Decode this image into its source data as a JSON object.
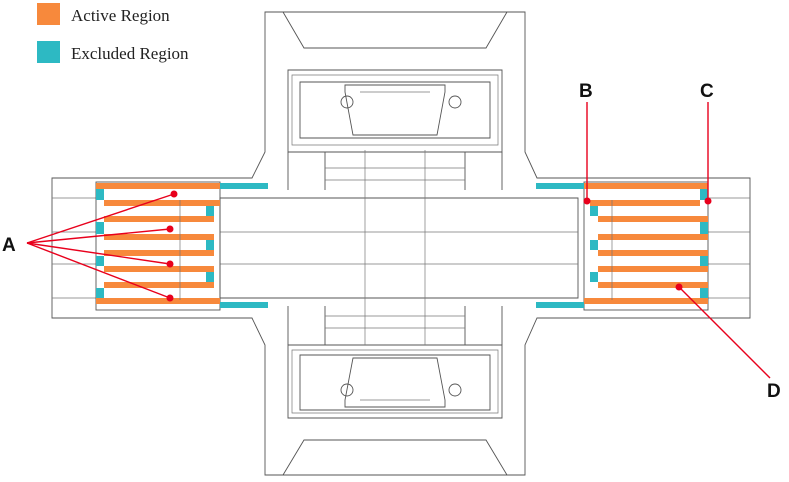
{
  "colors": {
    "active": "#F7893C",
    "excluded": "#2DB9C3",
    "leader": "#E8001C",
    "outline": "#555555"
  },
  "legend": {
    "items": [
      {
        "label": "Active Region",
        "swatch": "active"
      },
      {
        "label": "Excluded Region",
        "swatch": "excluded"
      }
    ]
  },
  "callouts": {
    "a": "A",
    "b": "B",
    "c": "C",
    "d": "D"
  }
}
